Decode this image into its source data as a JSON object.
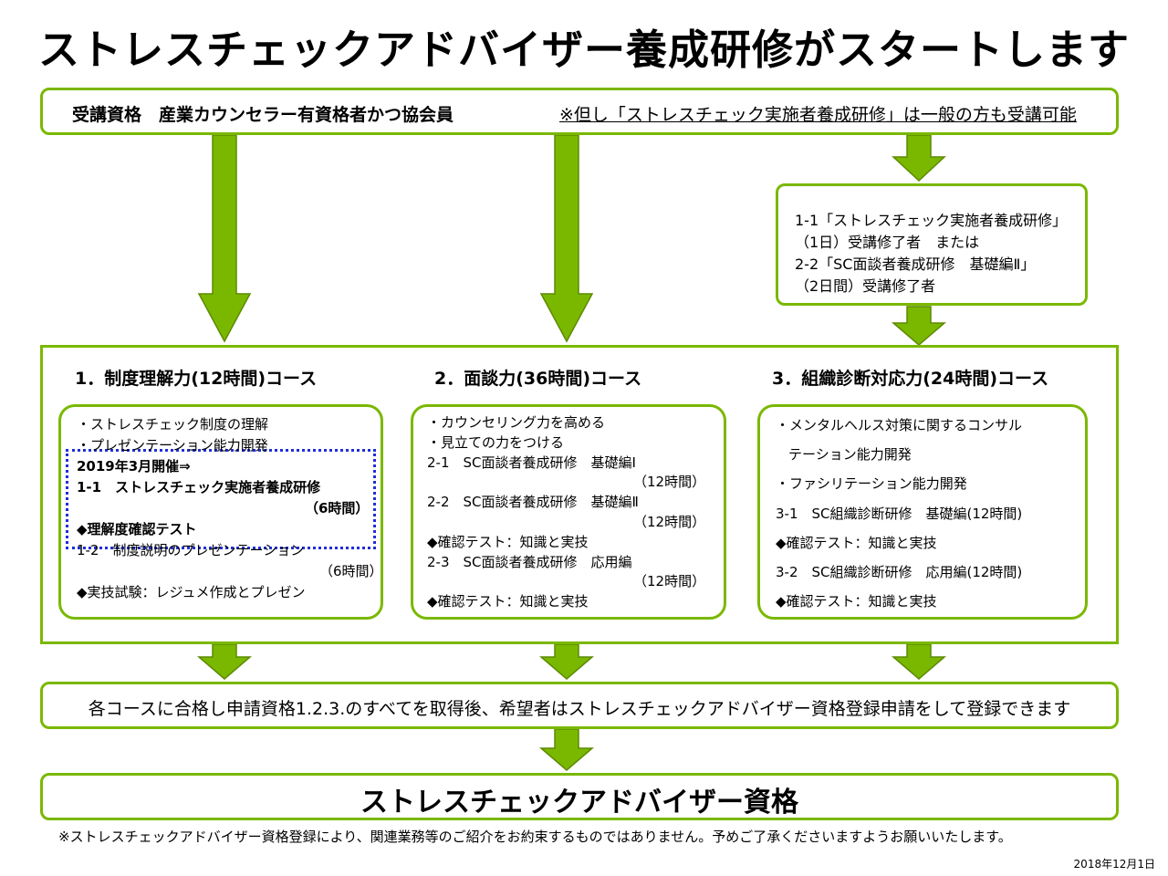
{
  "title": "ストレスチェックアドバイザー養成研修がスタートします",
  "qualification": {
    "main": "受講資格　産業カウンセラー有資格者かつ協会員",
    "note": "※但し「ストレスチェック実施者養成研修」は一般の方も受講可能"
  },
  "prerequisite": [
    "1-1「ストレスチェック実施者養成研修」",
    "（1日）受講修了者　または",
    "2-2「SC面談者養成研修　基礎編Ⅱ」",
    "（2日間）受講修了者"
  ],
  "courses": [
    {
      "title": "1．制度理解力(12時間)コース",
      "lines": [
        {
          "text": "・ストレスチェック制度の理解",
          "bold": false
        },
        {
          "text": "・プレゼンテーション能力開発",
          "bold": false
        },
        {
          "text": "2019年3月開催⇒",
          "bold": true
        },
        {
          "text": "1-1　ストレスチェック実施者養成研修",
          "bold": true
        },
        {
          "text": "（6時間）",
          "bold": true,
          "indent": 250
        },
        {
          "text": "◆理解度確認テスト",
          "bold": true
        },
        {
          "text": "1-2　制度説明のプレゼンテーション",
          "bold": false
        },
        {
          "text": "（6時間）",
          "bold": false,
          "indent": 266
        },
        {
          "text": "◆実技試験：レジュメ作成とプレゼン",
          "bold": false
        }
      ]
    },
    {
      "title": "2．面談力(36時間)コース",
      "lines": [
        {
          "text": "・カウンセリング力を高める",
          "bold": false
        },
        {
          "text": "・見立ての力をつける",
          "bold": false
        },
        {
          "text": "2-1　SC面談者養成研修　基礎編Ⅰ",
          "bold": false
        },
        {
          "text": "（12時間）",
          "bold": false,
          "indent": 226
        },
        {
          "text": "2-2　SC面談者養成研修　基礎編Ⅱ",
          "bold": false
        },
        {
          "text": "（12時間）",
          "bold": false,
          "indent": 226
        },
        {
          "text": "◆確認テスト：知識と実技",
          "bold": false
        },
        {
          "text": "2-3　SC面談者養成研修　応用編",
          "bold": false
        },
        {
          "text": "（12時間）",
          "bold": false,
          "indent": 226
        },
        {
          "text": "◆確認テスト：知識と実技",
          "bold": false
        }
      ]
    },
    {
      "title": "3．組織診断対応力(24時間)コース",
      "lines": [
        {
          "text": "・メンタルヘルス対策に関するコンサル",
          "bold": false
        },
        {
          "text": "テーション能力開発",
          "bold": false,
          "indent": 14
        },
        {
          "text": "・ファシリテーション能力開発",
          "bold": false
        },
        {
          "text": "3-1　SC組織診断研修　基礎編(12時間)",
          "bold": false
        },
        {
          "text": "◆確認テスト：知識と実技",
          "bold": false
        },
        {
          "text": "3-2　SC組織診断研修　応用編(12時間)",
          "bold": false
        },
        {
          "text": "◆確認テスト：知識と実技",
          "bold": false
        }
      ]
    }
  ],
  "result": "各コースに合格し申請資格1.2.3.のすべてを取得後、希望者はストレスチェックアドバイザー資格登録申請をして登録できます",
  "final": "ストレスチェックアドバイザー資格",
  "footnote": "※ストレスチェックアドバイザー資格登録により、関連業務等のご紹介をお約束するものではありません。予めご了承くださいますようお願いいたします。",
  "date": "2018年12月1日",
  "colors": {
    "arrow": "#7ab800",
    "arrow_stroke": "#5c8a00",
    "border": "#7ab800",
    "dotted": "#1f2fd8"
  }
}
